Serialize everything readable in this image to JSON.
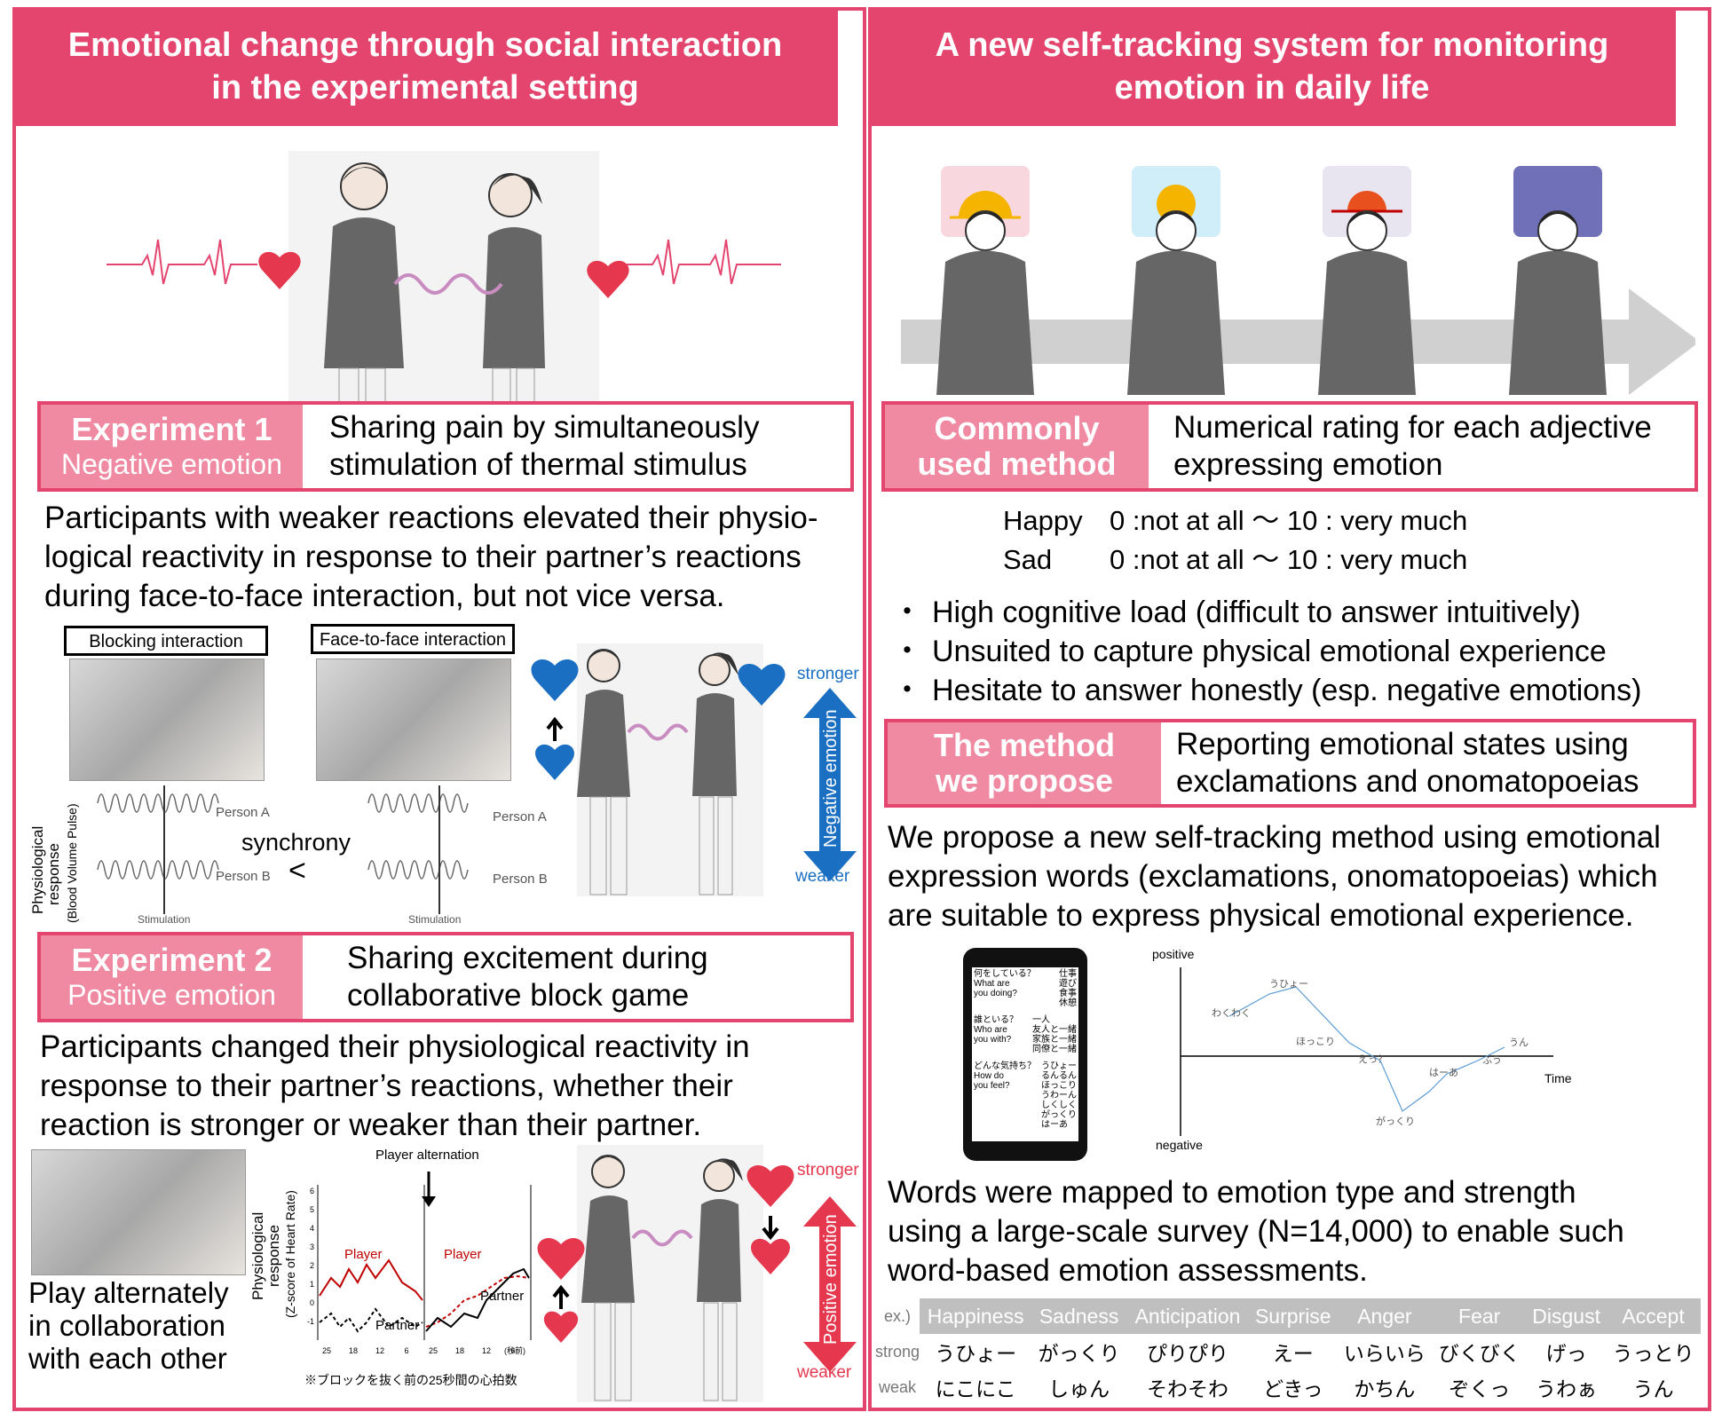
{
  "left": {
    "title_line1": "Emotional change through social interaction",
    "title_line2": "in the experimental setting",
    "exp1": {
      "label_bold": "Experiment 1",
      "label_sub": "Negative emotion",
      "desc_line1": "Sharing pain by simultaneously",
      "desc_line2": "stimulation of thermal stimulus",
      "para_line1": "Participants with weaker reactions elevated their physio-",
      "para_line2": "logical reactivity in response to their partner’s reactions",
      "para_line3": "during face-to-face interaction, but not vice versa.",
      "blocking_label": "Blocking interaction",
      "face_label": "Face-to-face interaction",
      "ylabel_line1": "Physiological",
      "ylabel_line2": "response",
      "ylabel_line3": "(Blood Volume Pulse)",
      "person_a": "Person A",
      "person_b": "Person B",
      "stimulation": "Stimulation",
      "synchrony": "synchrony",
      "less_than": "<",
      "stronger": "stronger",
      "weaker": "weaker",
      "arrow_label": "Negative emotion"
    },
    "exp2": {
      "label_bold": "Experiment 2",
      "label_sub": "Positive emotion",
      "desc_line1": "Sharing excitement during",
      "desc_line2": "collaborative block game",
      "para_line1": "Participants changed their physiological reactivity in",
      "para_line2": "response to their partner’s reactions, whether their",
      "para_line3": "reaction is stronger or weaker than their partner.",
      "caption_line1": "Play alternately",
      "caption_line2": "in collaboration",
      "caption_line3": "with each other",
      "player_alternation": "Player alternation",
      "ylabel_line1": "Physiological",
      "ylabel_line2": "response",
      "ylabel_line3": "(Z-score of Heart Rate)",
      "player": "Player",
      "partner": "Partner",
      "footnote": "※ブロックを抜く前の25秒間の心拍数",
      "seconds": "(秒前)",
      "x_ticks": [
        "25",
        "18",
        "12",
        "6",
        "25",
        "18",
        "12",
        "6"
      ],
      "y_ticks": [
        "6",
        "5",
        "4",
        "3",
        "2",
        "1",
        "0",
        "-1"
      ],
      "stronger": "stronger",
      "weaker": "weaker",
      "arrow_label": "Positive emotion"
    }
  },
  "right": {
    "title_line1": "A new self-tracking system for monitoring",
    "title_line2": "emotion in daily life",
    "common": {
      "label_line1": "Commonly",
      "label_line2": "used method",
      "desc_line1": "Numerical rating for each adjective",
      "desc_line2": "expressing emotion"
    },
    "ratings": [
      {
        "word": "Happy",
        "scale": "0 :not at all ～ 10 : very much"
      },
      {
        "word": "Sad",
        "scale": "0 :not at all ～ 10 : very much"
      }
    ],
    "bullets": [
      "High cognitive load (difficult to answer intuitively)",
      "Unsuited to capture physical emotional experience",
      "Hesitate to answer honestly (esp. negative emotions)"
    ],
    "bullet_mark": "・",
    "propose": {
      "label_line1": "The method",
      "label_line2": "we propose",
      "desc_line1": "Reporting emotional states using",
      "desc_line2": "exclamations and onomatopoeias"
    },
    "para1_line1": "We propose a new self-tracking method using emotional",
    "para1_line2": "expression words (exclamations, onomatopoeias) which",
    "para1_line3": "are suitable to express physical emotional experience.",
    "phone": {
      "q1_jp": "何をしている？",
      "q1_en1": "What are",
      "q1_en2": "you doing?",
      "a1": [
        "仕事",
        "遊び",
        "食事",
        "休憩"
      ],
      "q2_jp": "誰といる？",
      "q2_en1": "Who are",
      "q2_en2": "you with?",
      "a2": [
        "一人",
        "友人と一緒",
        "家族と一緒",
        "同僚と一緒"
      ],
      "q3_jp": "どんな気持ち？",
      "q3_en1": "How do",
      "q3_en2": "you feel?",
      "a3": [
        "うひょー",
        "るんるん",
        "ほっこり",
        "うわーん",
        "しくしく",
        "がっくり",
        "はーあ"
      ]
    },
    "timeline": {
      "positive": "positive",
      "negative": "negative",
      "time": "Time",
      "words": [
        "わくわく",
        "うひょー",
        "ほっこり",
        "えっ？",
        "がっくり",
        "はーあ",
        "ふう",
        "うん"
      ]
    },
    "para2_line1": "Words were mapped to emotion type and strength",
    "para2_line2": "using a large-scale survey (N=14,000) to enable such",
    "para2_line3": "word-based emotion assessments.",
    "table": {
      "ex": "ex.)",
      "headers": [
        "Happiness",
        "Sadness",
        "Anticipation",
        "Surprise",
        "Anger",
        "Fear",
        "Disgust",
        "Accept"
      ],
      "strong_label": "strong",
      "weak_label": "weak",
      "strong": [
        "うひょー",
        "がっくり",
        "ぴりぴり",
        "えー",
        "いらいら",
        "びくびく",
        "げっ",
        "うっとり"
      ],
      "weak": [
        "にこにこ",
        "しゅん",
        "そわそわ",
        "どきっ",
        "かちん",
        "ぞくっ",
        "うわぁ",
        "うん"
      ]
    }
  },
  "colors": {
    "accent": "#e3456e",
    "accent_light": "#ef8aa2",
    "blue": "#1a6fc2",
    "red": "#e5384f"
  }
}
